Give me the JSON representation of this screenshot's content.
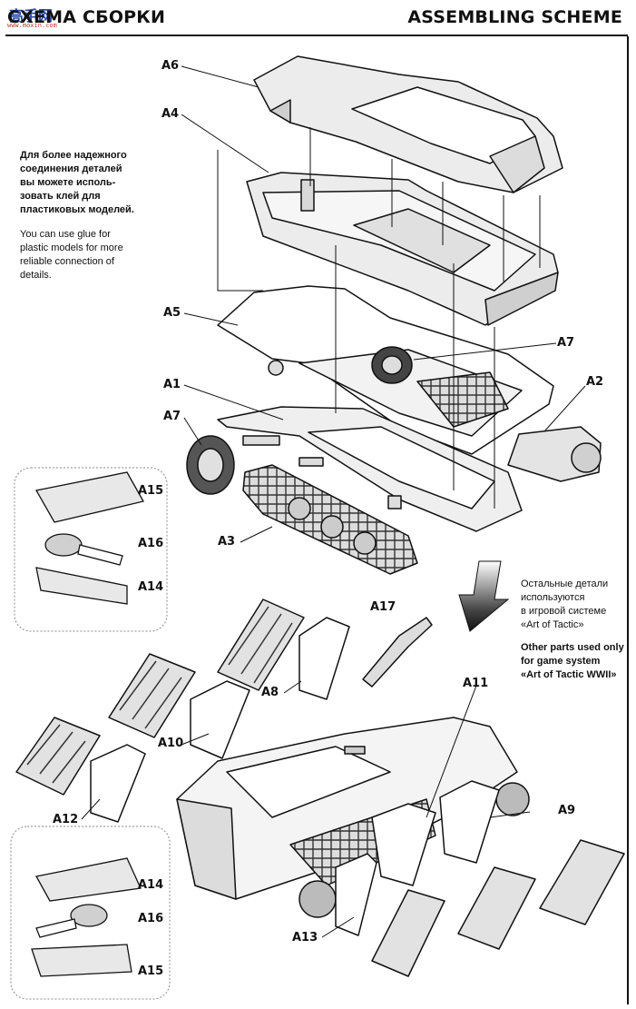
{
  "header": {
    "title_ru": "СХЕМА СБОРКИ",
    "title_en": "ASSEMBLING SCHEME",
    "logo_top": "高手网",
    "logo_bottom": "www.moxin.com"
  },
  "notes": {
    "glue_ru": [
      "Для более надежного",
      "соединения деталей",
      "вы можете исполь-",
      "зовать клей для",
      "пластиковых моделей."
    ],
    "glue_en": [
      "You can use glue for",
      "plastic models for more",
      "reliable connection of",
      "details."
    ],
    "other_ru": [
      "Остальные детали",
      "используются",
      "в игровой системе",
      "«Art of Tactic»"
    ],
    "other_en": [
      "Other parts used only",
      "for game system",
      "«Art of Tactic WWII»"
    ]
  },
  "labels": {
    "a6": "A6",
    "a4": "A4",
    "a5": "A5",
    "a1": "A1",
    "a7_left": "A7",
    "a7_right": "A7",
    "a2": "A2",
    "a3": "A3",
    "a15_top": "A15",
    "a16_top": "A16",
    "a14_top": "A14",
    "a17": "A17",
    "a8": "A8",
    "a10": "A10",
    "a11": "A11",
    "a12": "A12",
    "a9": "A9",
    "a13": "A13",
    "a14_bottom": "A14",
    "a16_bottom": "A16",
    "a15_bottom": "A15"
  },
  "colors": {
    "ink": "#111111",
    "part_fill": "#e8e8e8",
    "shade": "#b8b8b8",
    "arrow_grad": "#333333"
  }
}
